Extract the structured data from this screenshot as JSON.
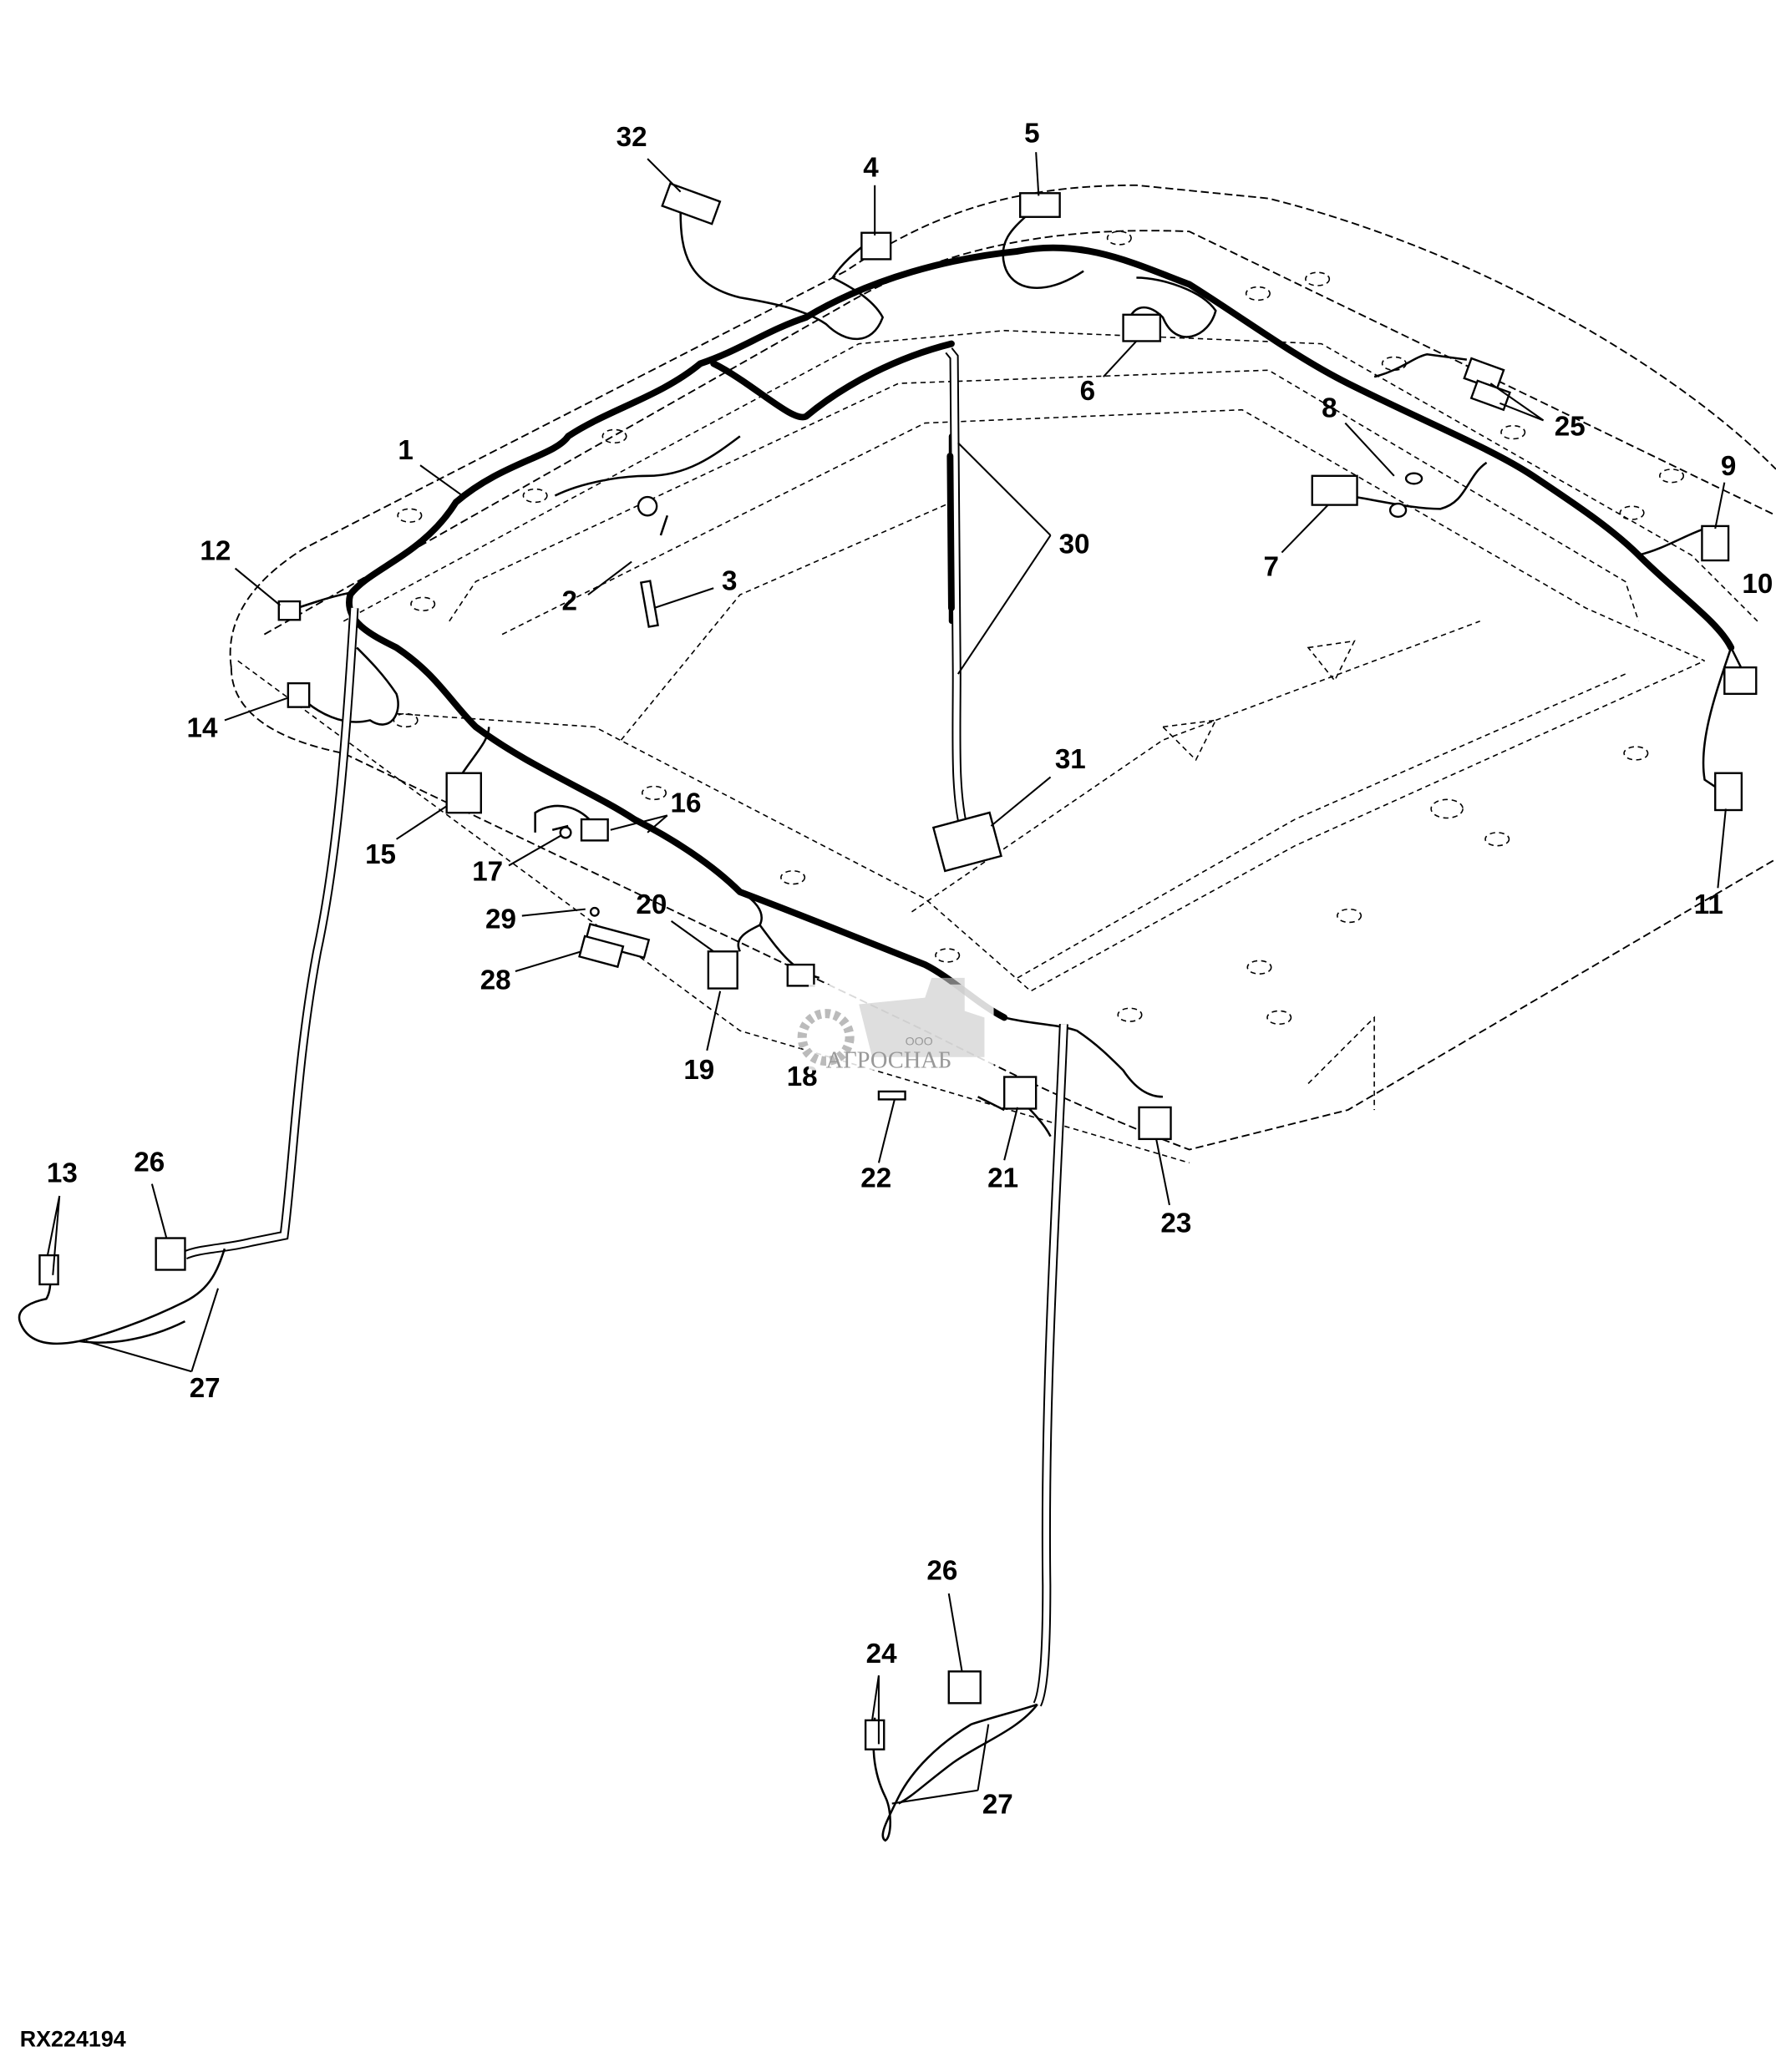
{
  "figure_id": "RX224194",
  "callouts": [
    "32",
    "4",
    "5",
    "6",
    "25",
    "8",
    "9",
    "10",
    "7",
    "30",
    "1",
    "12",
    "2",
    "3",
    "14",
    "31",
    "16",
    "15",
    "17",
    "29",
    "20",
    "28",
    "11",
    "19",
    "18",
    "22",
    "21",
    "23",
    "13",
    "26",
    "27",
    "26",
    "24",
    "27"
  ],
  "watermark": {
    "prefix": "ООО",
    "name": "АГРОСНАБ"
  }
}
